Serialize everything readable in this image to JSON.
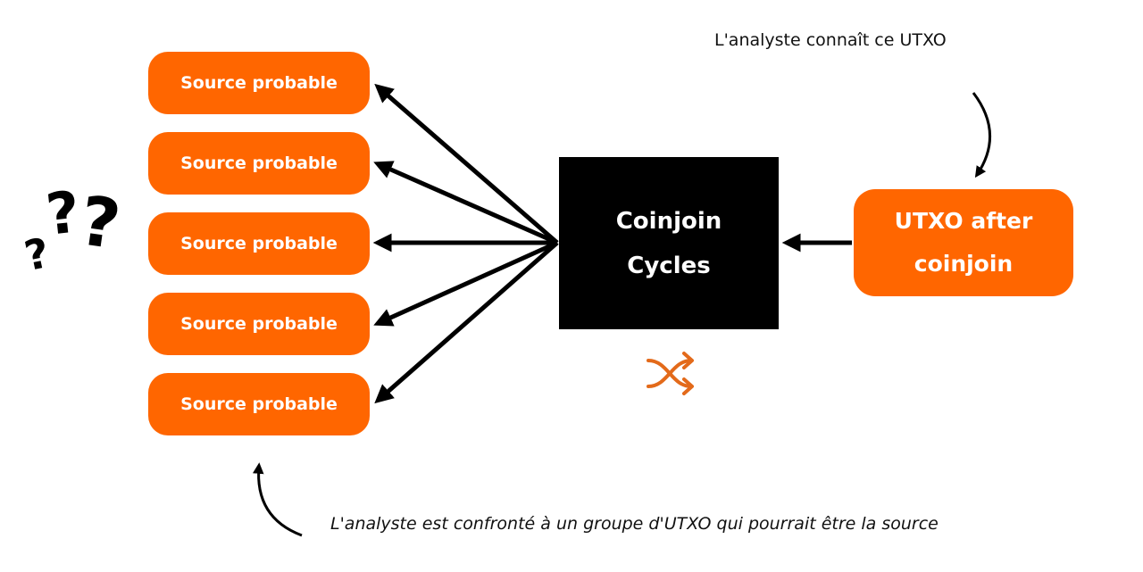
{
  "sources": [
    {
      "label": "Source probable"
    },
    {
      "label": "Source probable"
    },
    {
      "label": "Source probable"
    },
    {
      "label": "Source probable"
    },
    {
      "label": "Source probable"
    }
  ],
  "coinjoin": {
    "line1": "Coinjoin",
    "line2": "Cycles"
  },
  "utxo": {
    "line1": "UTXO after",
    "line2": "coinjoin"
  },
  "annotations": {
    "top": "L'analyste connaît ce UTXO",
    "bottom": "L'analyste est confronté à un groupe d'UTXO qui pourrait être la source"
  },
  "question_marks": {
    "glyph": "?"
  },
  "icons": {
    "shuffle": "shuffle-icon",
    "question": "question-marks-icon"
  },
  "colors": {
    "orange": "#ff6600",
    "box": "#000000",
    "text": "#ffffff"
  }
}
